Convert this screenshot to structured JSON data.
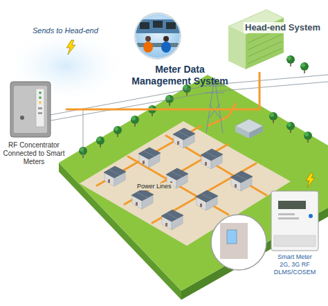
{
  "diagram": {
    "nodes": [
      {
        "text": [
          "Head-end System"
        ]
      },
      {
        "text": [
          "Meter Data Management System"
        ]
      },
      {
        "text": [
          "RF Concentrator Connected to Smart Meters"
        ]
      },
      {
        "text": [
          "Smart Meter 2G, 3G RF DLMS/COSEM"
        ]
      }
    ],
    "edges": [
      {
        "from": 2,
        "to": 0,
        "arrow": "none"
      }
    ],
    "labels": [
      "Sends to Head-end",
      "Power Lines"
    ]
  }
}
